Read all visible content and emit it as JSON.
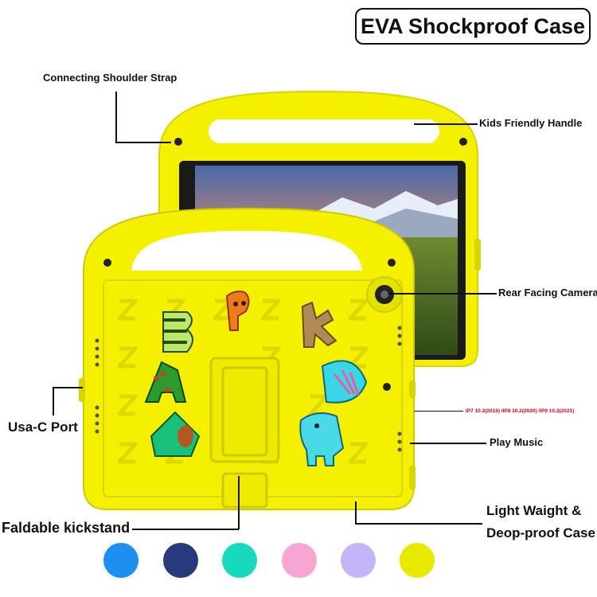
{
  "title": "EVA Shockproof Case",
  "labels": {
    "strap": "Connecting Shoulder Strap",
    "handle": "Kids Friendly Handle",
    "camera": "Rear Facing Camera",
    "models": "IP7 10.2(2019) /IP8 10.2(2020) /IP9 10.2(2021)",
    "music": "Play Music",
    "port": "Usa-C Port",
    "light_line1": "Light Waight &",
    "light_line2": "Deop-proof Case",
    "kickstand": "Faldable kickstand"
  },
  "colors": {
    "case_yellow": "#f4f000",
    "case_shadow": "#d9d400",
    "swatches": [
      "#1e8ff0",
      "#283a7c",
      "#17d9bd",
      "#f7a6d4",
      "#c6b4f8",
      "#e9e800"
    ]
  },
  "icons": [
    "tablet-case-back",
    "tablet-case-front",
    "kickstand",
    "camera-lens",
    "animal-letter-stickers"
  ]
}
